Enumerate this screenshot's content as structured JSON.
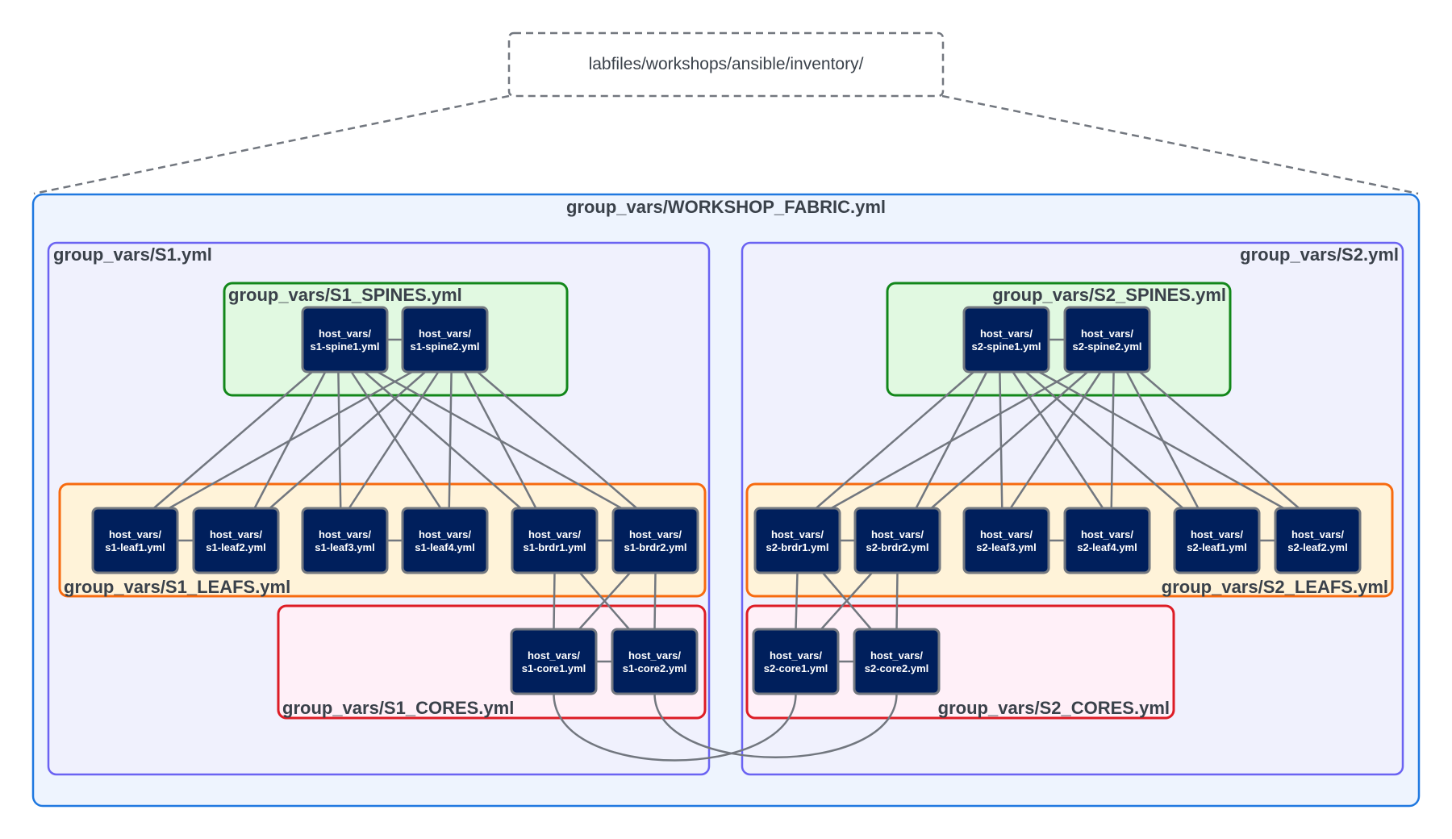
{
  "root": {
    "label": "labfiles/workshops/ansible/inventory/"
  },
  "fabric": {
    "label": "group_vars/WORKSHOP_FABRIC.yml"
  },
  "sites": {
    "s1": {
      "label": "group_vars/S1.yml",
      "spines_label": "group_vars/S1_SPINES.yml",
      "leafs_label": "group_vars/S1_LEAFS.yml",
      "cores_label": "group_vars/S1_CORES.yml",
      "spines": [
        {
          "line1": "host_vars/",
          "line2": "s1-spine1.yml"
        },
        {
          "line1": "host_vars/",
          "line2": "s1-spine2.yml"
        }
      ],
      "leafs": [
        {
          "line1": "host_vars/",
          "line2": "s1-leaf1.yml"
        },
        {
          "line1": "host_vars/",
          "line2": "s1-leaf2.yml"
        },
        {
          "line1": "host_vars/",
          "line2": "s1-leaf3.yml"
        },
        {
          "line1": "host_vars/",
          "line2": "s1-leaf4.yml"
        },
        {
          "line1": "host_vars/",
          "line2": "s1-brdr1.yml"
        },
        {
          "line1": "host_vars/",
          "line2": "s1-brdr2.yml"
        }
      ],
      "cores": [
        {
          "line1": "host_vars/",
          "line2": "s1-core1.yml"
        },
        {
          "line1": "host_vars/",
          "line2": "s1-core2.yml"
        }
      ]
    },
    "s2": {
      "label": "group_vars/S2.yml",
      "spines_label": "group_vars/S2_SPINES.yml",
      "leafs_label": "group_vars/S2_LEAFS.yml",
      "cores_label": "group_vars/S2_CORES.yml",
      "spines": [
        {
          "line1": "host_vars/",
          "line2": "s2-spine1.yml"
        },
        {
          "line1": "host_vars/",
          "line2": "s2-spine2.yml"
        }
      ],
      "leafs": [
        {
          "line1": "host_vars/",
          "line2": "s2-brdr1.yml"
        },
        {
          "line1": "host_vars/",
          "line2": "s2-brdr2.yml"
        },
        {
          "line1": "host_vars/",
          "line2": "s2-leaf3.yml"
        },
        {
          "line1": "host_vars/",
          "line2": "s2-leaf4.yml"
        },
        {
          "line1": "host_vars/",
          "line2": "s2-leaf1.yml"
        },
        {
          "line1": "host_vars/",
          "line2": "s2-leaf2.yml"
        }
      ],
      "cores": [
        {
          "line1": "host_vars/",
          "line2": "s2-core1.yml"
        },
        {
          "line1": "host_vars/",
          "line2": "s2-core2.yml"
        }
      ]
    }
  },
  "links": {
    "peer_links": [
      "spine1-spine2",
      "leaf1-leaf2",
      "leaf3-leaf4",
      "leaf5-leaf6",
      "core1-core2"
    ],
    "spine_to_leaf": "full-mesh",
    "border_to_core": "full-mesh",
    "inter_site_core": [
      "s1-core1 — s2-core1",
      "s1-core2 — s2-core2"
    ]
  },
  "colors": {
    "node_fill": "#001f5c",
    "node_border": "#72777f",
    "link": "#72777f",
    "fabric_border": "#1f78e0",
    "fabric_fill": "#eef4fe",
    "site_border": "#6b63f2",
    "site_fill": "#f0f1fd",
    "spines_border": "#12871a",
    "spines_fill": "#e1f9e1",
    "leafs_border": "#f76a0f",
    "leafs_fill": "#fff3d9",
    "cores_border": "#dd1c25",
    "cores_fill": "#fff0f8",
    "root_border": "#72777f"
  }
}
